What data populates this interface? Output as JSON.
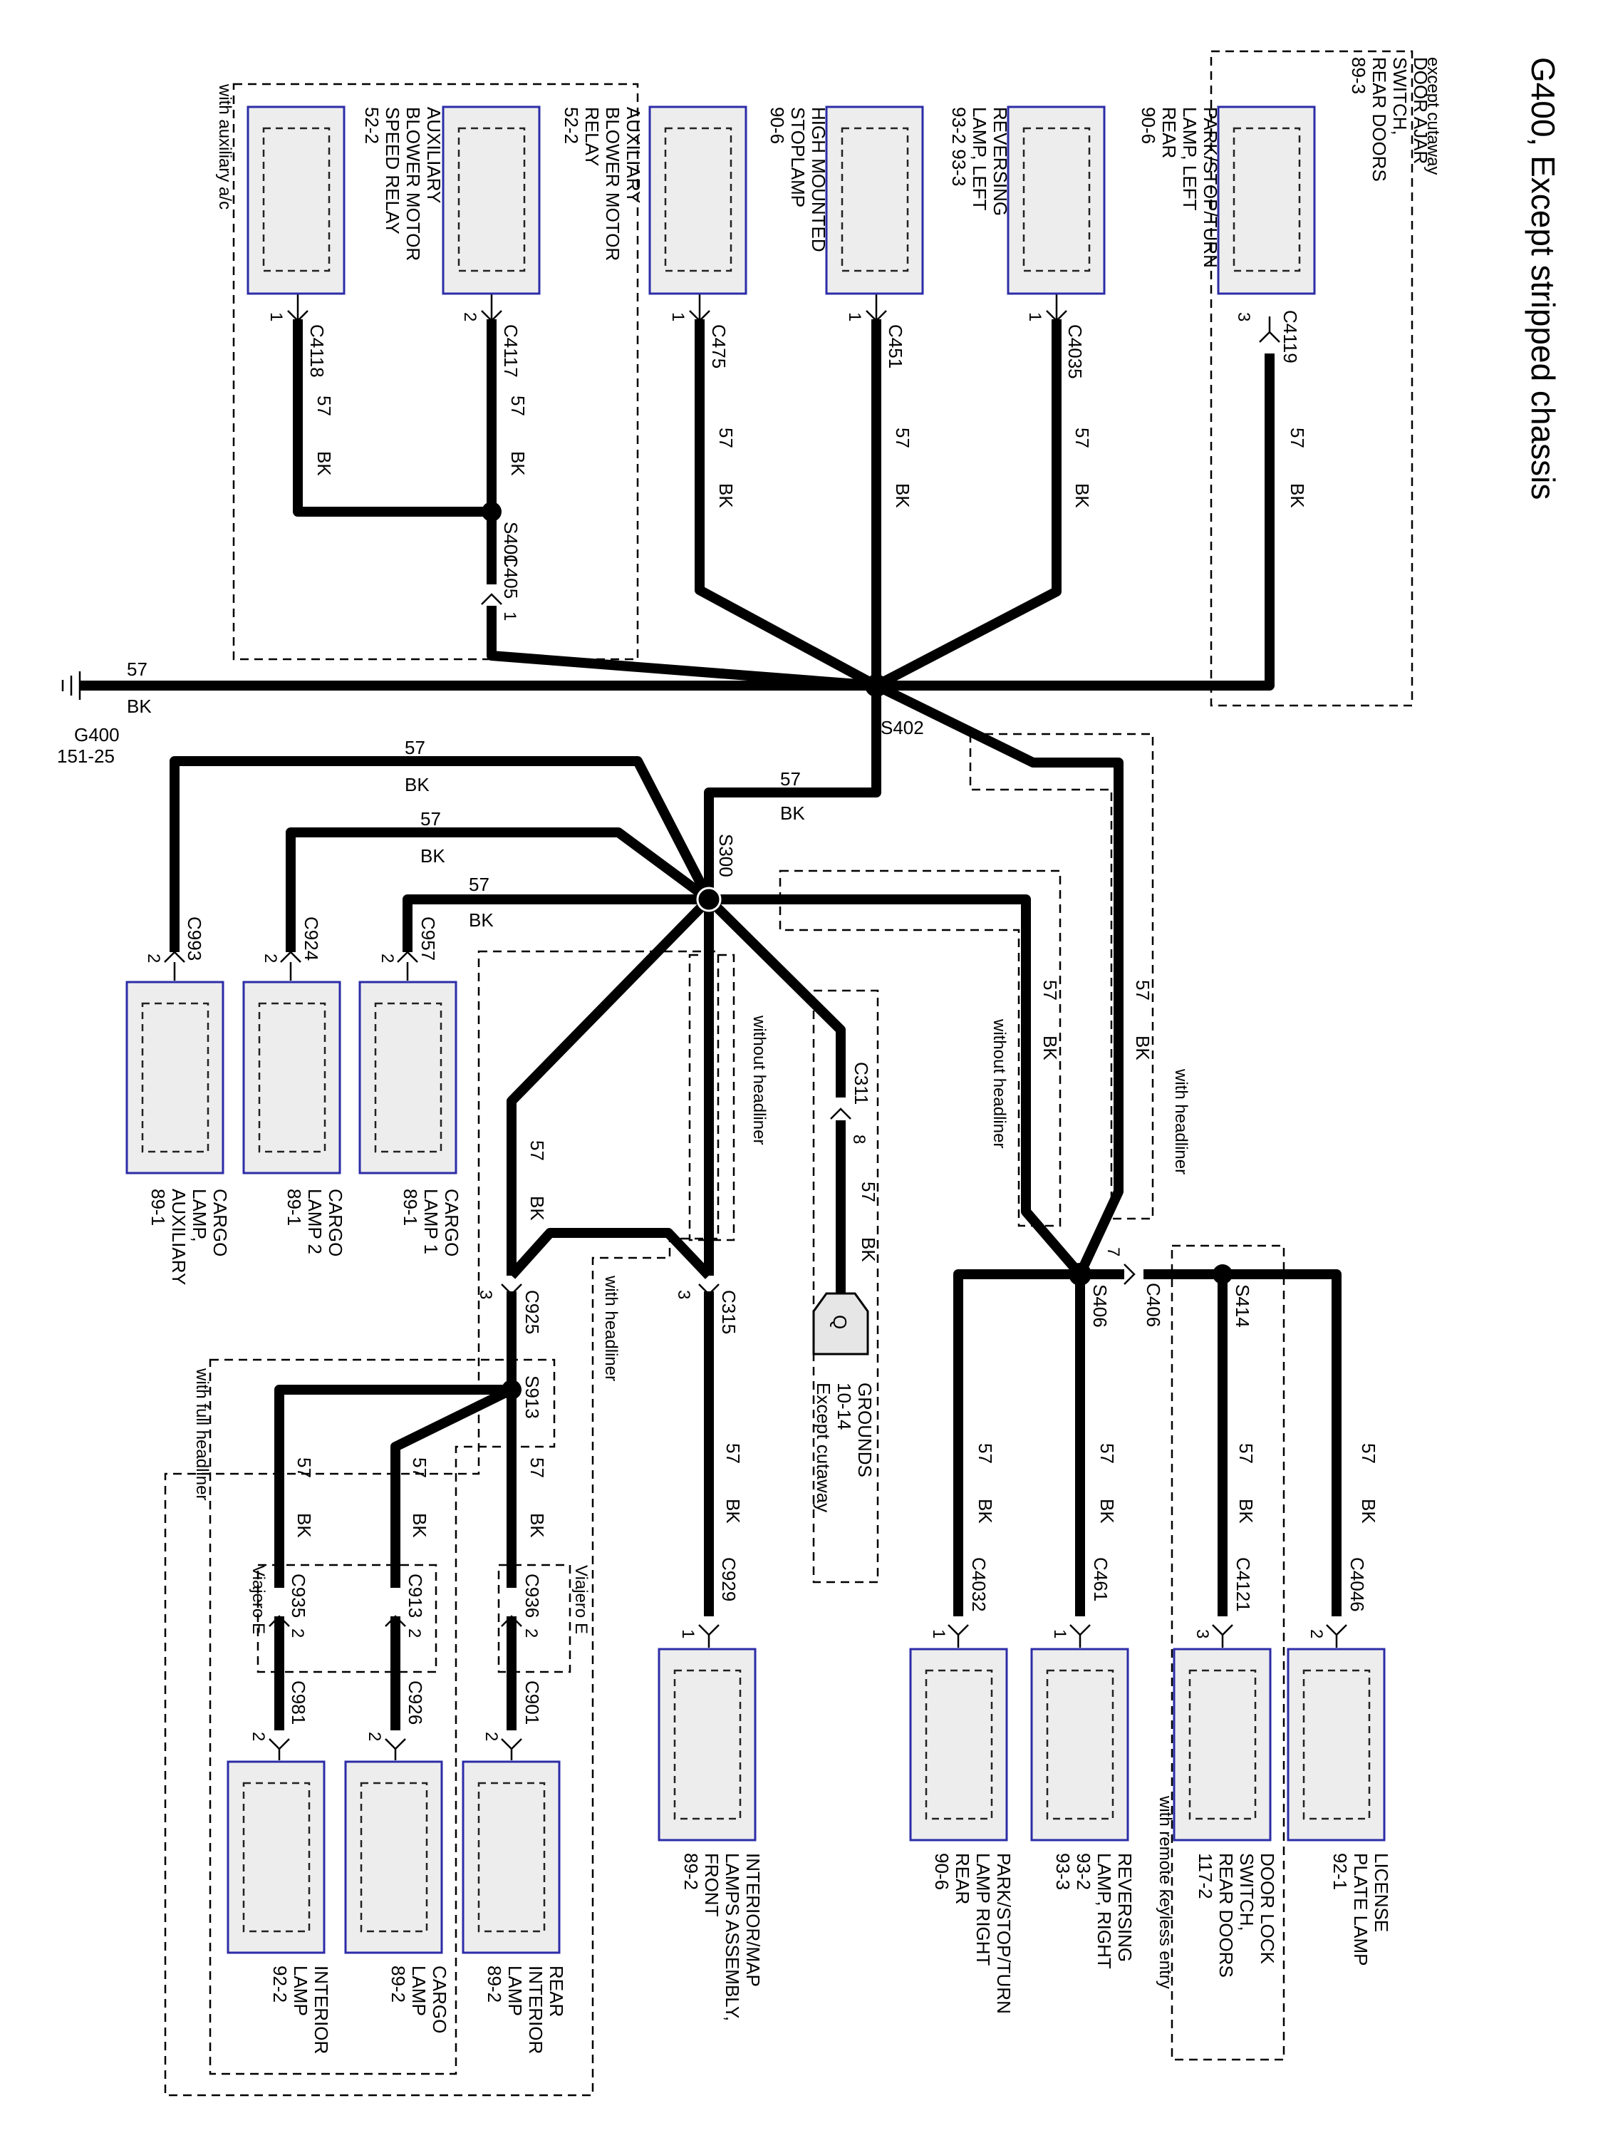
{
  "title": "G400, Except stripped chassis",
  "wire": {
    "circuit": "57",
    "color": "BK"
  },
  "splices": {
    "s401": "S401",
    "s402": "S402",
    "s300": "S300",
    "s406": "S406",
    "s414": "S414",
    "s913": "S913"
  },
  "ground": {
    "name": "G400",
    "ref": "151-25"
  },
  "grounds_ref": {
    "glyph": "Q",
    "label": "GROUNDS",
    "ref": "10-14",
    "note": "Except cutaway"
  },
  "notes": {
    "except_cutaway": "except cutaway",
    "with_aux_ac": "with auxiliary a/c",
    "with_headliner": "with headliner",
    "without_headliner": "without headliner",
    "with_full_headliner": "with full headliner",
    "with_rke": "with remote keyless entry",
    "viajero_e": "Viajero E"
  },
  "connectors": {
    "c4119": {
      "name": "C4119",
      "pin": "3"
    },
    "c4035": {
      "name": "C4035",
      "pin": "1"
    },
    "c451": {
      "name": "C451",
      "pin": "1"
    },
    "c475": {
      "name": "C475",
      "pin": "1"
    },
    "c4117": {
      "name": "C4117",
      "pin": "2"
    },
    "c4118": {
      "name": "C4118",
      "pin": "1"
    },
    "c405": {
      "name": "C405",
      "pin": "1"
    },
    "c993": {
      "name": "C993",
      "pin": "2"
    },
    "c924": {
      "name": "C924",
      "pin": "2"
    },
    "c957": {
      "name": "C957",
      "pin": "2"
    },
    "c311": {
      "name": "C311",
      "pin": "8"
    },
    "c925": {
      "name": "C925",
      "pin": "3"
    },
    "c315": {
      "name": "C315",
      "pin": "3"
    },
    "c406": {
      "name": "C406",
      "pin": "7"
    },
    "c4032": {
      "name": "C4032",
      "pin": "1"
    },
    "c461": {
      "name": "C461",
      "pin": "1"
    },
    "c4121": {
      "name": "C4121",
      "pin": "3"
    },
    "c4046": {
      "name": "C4046",
      "pin": "2"
    },
    "c929": {
      "name": "C929",
      "pin": "1"
    },
    "c935": {
      "name": "C935",
      "pin": "2"
    },
    "c913": {
      "name": "C913",
      "pin": "2"
    },
    "c936": {
      "name": "C936",
      "pin": "2"
    },
    "c981": {
      "name": "C981",
      "pin": "2"
    },
    "c926": {
      "name": "C926",
      "pin": "2"
    },
    "c901": {
      "name": "C901",
      "pin": "2"
    }
  },
  "components": {
    "door_ajar": [
      "DOOR AJAR",
      "SWITCH,",
      "REAR DOORS",
      "89-3"
    ],
    "park_left": [
      "PARK/STOP/TURN",
      "LAMP, LEFT",
      "REAR",
      "90-6"
    ],
    "reversing_left": [
      "REVERSING",
      "LAMP, LEFT",
      "93-2    93-3"
    ],
    "high_stop": [
      "HIGH MOUNTED",
      "STOPLAMP",
      "90-6"
    ],
    "aux_relay": [
      "AUXILIARY",
      "BLOWER MOTOR",
      "RELAY",
      "52-2"
    ],
    "aux_speed": [
      "AUXILIARY",
      "BLOWER MOTOR",
      "SPEED RELAY",
      "52-2"
    ],
    "cargo_aux": [
      "CARGO",
      "LAMP,",
      "AUXILIARY",
      "89-1"
    ],
    "cargo_2": [
      "CARGO",
      "LAMP 2",
      "89-1"
    ],
    "cargo_1": [
      "CARGO",
      "LAMP 1",
      "89-1"
    ],
    "license": [
      "LICENSE",
      "PLATE LAMP",
      "92-1"
    ],
    "door_lock": [
      "DOOR LOCK",
      "SWITCH,",
      "REAR DOORS",
      "117-2"
    ],
    "reversing_right": [
      "REVERSING",
      "LAMP, RIGHT",
      "93-2",
      "93-3"
    ],
    "park_right": [
      "PARK/STOP/TURN",
      "LAMP RIGHT",
      "REAR",
      "90-6"
    ],
    "interior_map": [
      "INTERIOR/MAP",
      "LAMPS ASSEMBLY,",
      "FRONT",
      "89-2"
    ],
    "rear_interior": [
      "REAR",
      "INTERIOR",
      "LAMP",
      "89-2"
    ],
    "cargo_lamp": [
      "CARGO",
      "LAMP",
      "89-2"
    ],
    "interior_lamp": [
      "INTERIOR",
      "LAMP",
      "92-2"
    ]
  }
}
